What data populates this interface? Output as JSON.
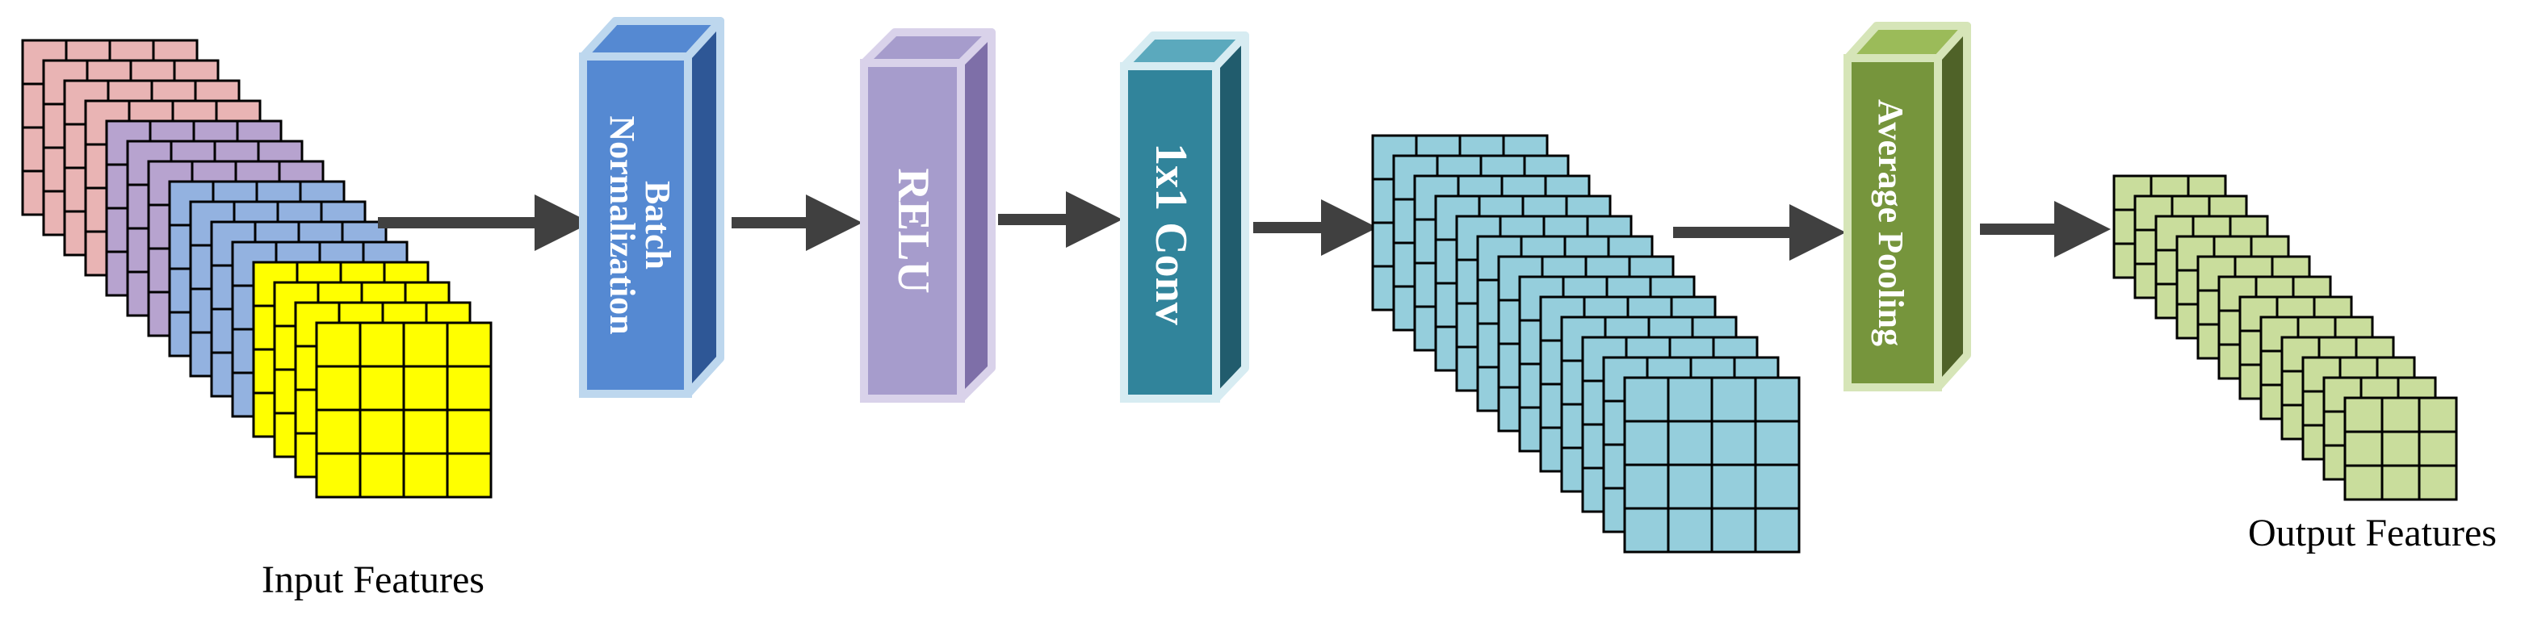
{
  "labels": {
    "input": "Input Features",
    "output": "Output Features"
  },
  "blocks": {
    "batch_norm": {
      "line1": "Batch",
      "line2": "Normalization"
    },
    "relu": "RELU",
    "conv": "1x1 Conv",
    "pool": "Average Pooling"
  },
  "colors": {
    "input_pink": "#e9b4b4",
    "input_purple": "#b7a3cf",
    "input_blue": "#93b2e0",
    "input_yellow": "#ffff00",
    "conv_output": "#95cedc",
    "pool_output": "#c9dd9c",
    "batch_norm_block": "#5589d2",
    "relu_block": "#a69ccc",
    "conv_block": "#31849b",
    "pool_block": "#76953c",
    "arrow": "#404040"
  }
}
